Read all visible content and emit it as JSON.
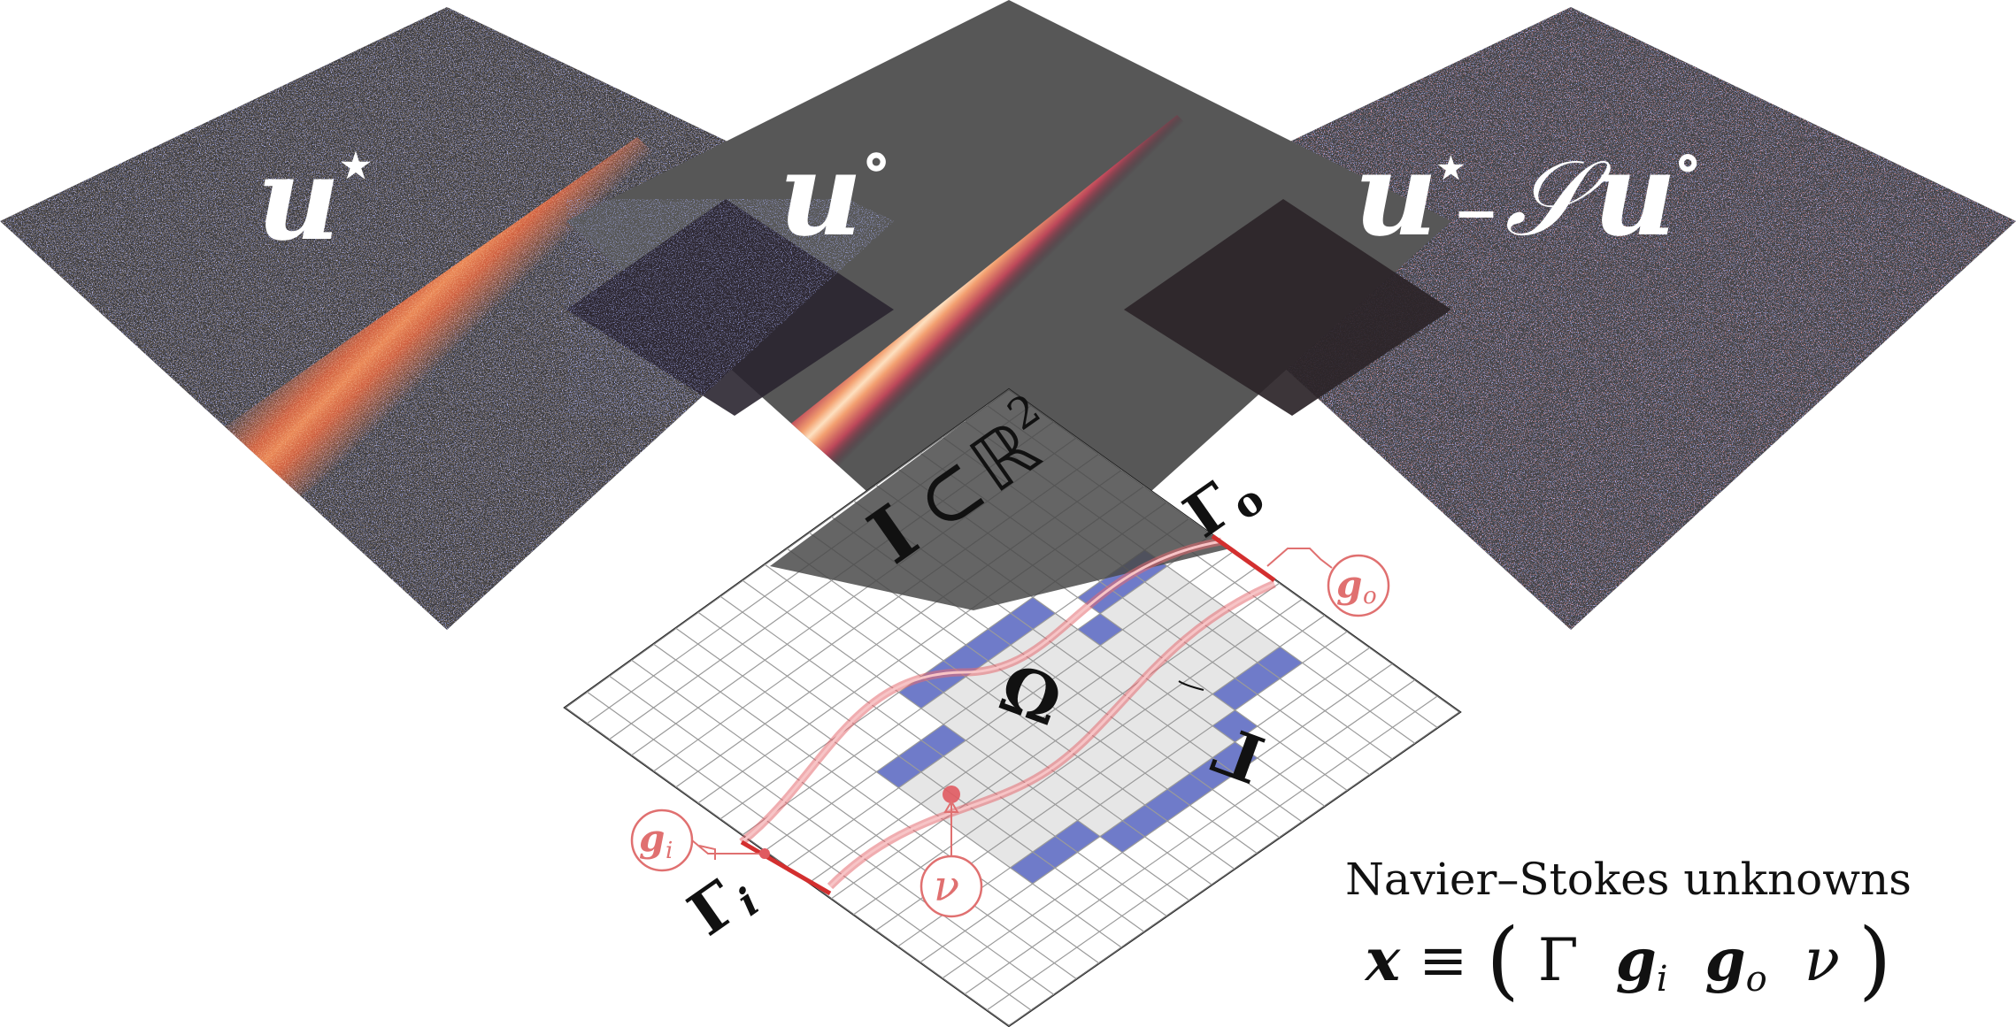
{
  "panels": {
    "left": {
      "base": "u",
      "sup": "⋆"
    },
    "mid": {
      "base": "u",
      "sup": "∘"
    },
    "right": {
      "base": "u",
      "sup": "⋆",
      "op": "−",
      "S": "𝒮",
      "base2": "u",
      "sup2": "∘"
    }
  },
  "domain_label": {
    "I": "I",
    "subset": "⊂",
    "R": "ℝ",
    "pow": "2"
  },
  "labels": {
    "omega": "Ω",
    "gamma": "Γ",
    "gamma_i": "Γ",
    "gamma_i_sub": "i",
    "gamma_o": "Γ",
    "gamma_o_sub": "o",
    "g_i": "g",
    "g_i_sub": "i",
    "g_o": "g",
    "g_o_sub": "o",
    "nu": "ν"
  },
  "caption": {
    "title": "Navier–Stokes unknowns",
    "x": "x",
    "equiv": "≡",
    "lparen": "(",
    "rparen": ")",
    "Gamma": "Γ",
    "g": "g",
    "i": "i",
    "o": "o",
    "nu": "ν"
  },
  "colors": {
    "panel_gray": "#3c3c3c",
    "mid_gray": "#555555",
    "fluid_gray": "#e6e6e6",
    "boundary_blue": "#6f7bc9",
    "accent_red": "#e05a60",
    "flow_orange": "#f0895a"
  }
}
